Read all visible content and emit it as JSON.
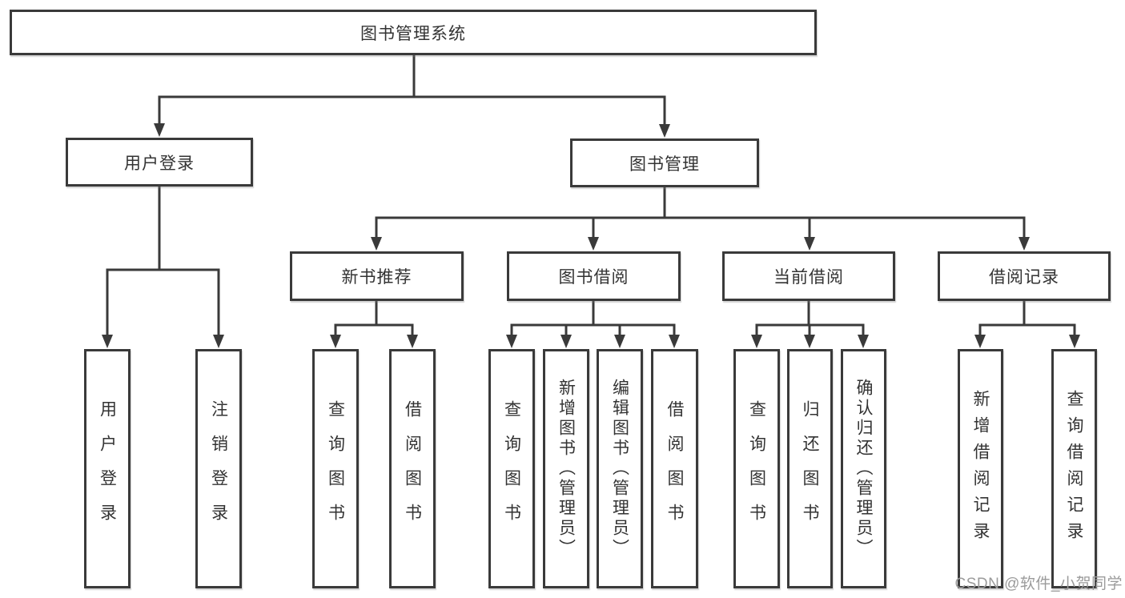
{
  "nodes": {
    "root": {
      "label": "图书管理系统"
    },
    "user_login": {
      "label": "用户登录"
    },
    "book_mgmt": {
      "label": "图书管理"
    },
    "new_rec": {
      "label": "新书推荐"
    },
    "book_borrow": {
      "label": "图书借阅"
    },
    "current_borrow": {
      "label": "当前借阅"
    },
    "borrow_records": {
      "label": "借阅记录"
    },
    "leaf_user_login": {
      "label": "用户登录"
    },
    "leaf_logout": {
      "label": "注销登录"
    },
    "leaf_rec_query": {
      "label": "查询图书"
    },
    "leaf_rec_borrow": {
      "label": "借阅图书"
    },
    "leaf_bb_query": {
      "label": "查询图书"
    },
    "leaf_bb_add": {
      "label": "新增图书（管理员）"
    },
    "leaf_bb_edit": {
      "label": "编辑图书（管理员）"
    },
    "leaf_bb_borrow": {
      "label": "借阅图书"
    },
    "leaf_cur_query": {
      "label": "查询图书"
    },
    "leaf_cur_return": {
      "label": "归还图书"
    },
    "leaf_cur_confirm": {
      "label": "确认归还（管理员）"
    },
    "leaf_rec_add_record": {
      "label": "新增借阅记录"
    },
    "leaf_rec_query_record": {
      "label": "查询借阅记录"
    }
  },
  "hierarchy": {
    "图书管理系统": [
      "用户登录",
      "图书管理"
    ],
    "用户登录": [
      "用户登录",
      "注销登录"
    ],
    "图书管理": [
      "新书推荐",
      "图书借阅",
      "当前借阅",
      "借阅记录"
    ],
    "新书推荐": [
      "查询图书",
      "借阅图书"
    ],
    "图书借阅": [
      "查询图书",
      "新增图书（管理员）",
      "编辑图书（管理员）",
      "借阅图书"
    ],
    "当前借阅": [
      "查询图书",
      "归还图书",
      "确认归还（管理员）"
    ],
    "借阅记录": [
      "新增借阅记录",
      "查询借阅记录"
    ]
  },
  "watermark": "CSDN @软件_小贺同学",
  "colors": {
    "line": "#3a3a3a",
    "text": "#333333",
    "watermark": "#9b9b9b",
    "background": "#ffffff"
  }
}
